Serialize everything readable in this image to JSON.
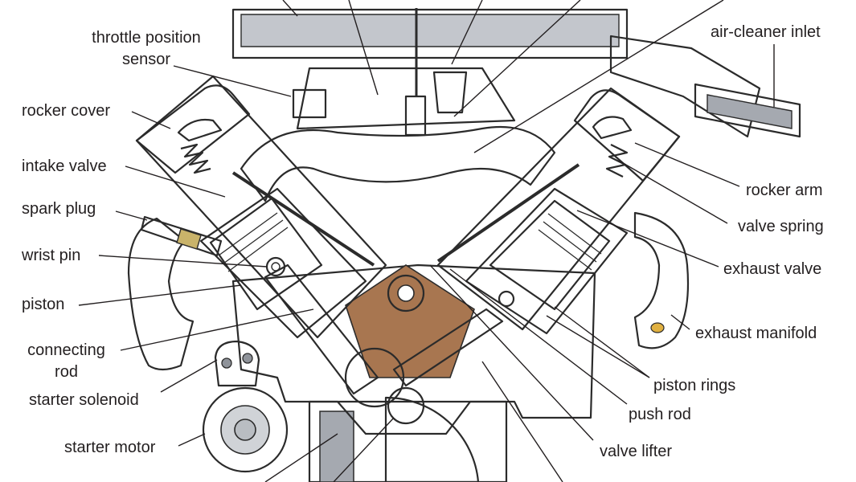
{
  "labels": {
    "throttle_position_sensor_line1": "throttle position",
    "throttle_position_sensor_line2": "sensor",
    "air_cleaner_inlet": "air-cleaner inlet",
    "rocker_cover": "rocker cover",
    "intake_valve": "intake valve",
    "spark_plug": "spark plug",
    "wrist_pin": "wrist pin",
    "piston": "piston",
    "connecting_rod_line1": "connecting",
    "connecting_rod_line2": "rod",
    "starter_solenoid": "starter solenoid",
    "starter_motor": "starter motor",
    "rocker_arm": "rocker arm",
    "valve_spring": "valve spring",
    "exhaust_valve": "exhaust valve",
    "exhaust_manifold": "exhaust manifold",
    "piston_rings": "piston rings",
    "push_rod": "push rod",
    "valve_lifter": "valve lifter"
  },
  "colors": {
    "block": "#c4906a",
    "block_dark": "#a87650",
    "air_cleaner": "#a9acb3",
    "intake_runner": "#c3c6e6",
    "cylinder_bore": "#a8acdf",
    "piston_metal": "#d6d7d3",
    "rod_metal": "#cfd3b5",
    "exhaust": "#c08a92",
    "counterweight": "#a7a882",
    "starter": "#b9bdc2",
    "oil_pan": "#8f939a"
  }
}
